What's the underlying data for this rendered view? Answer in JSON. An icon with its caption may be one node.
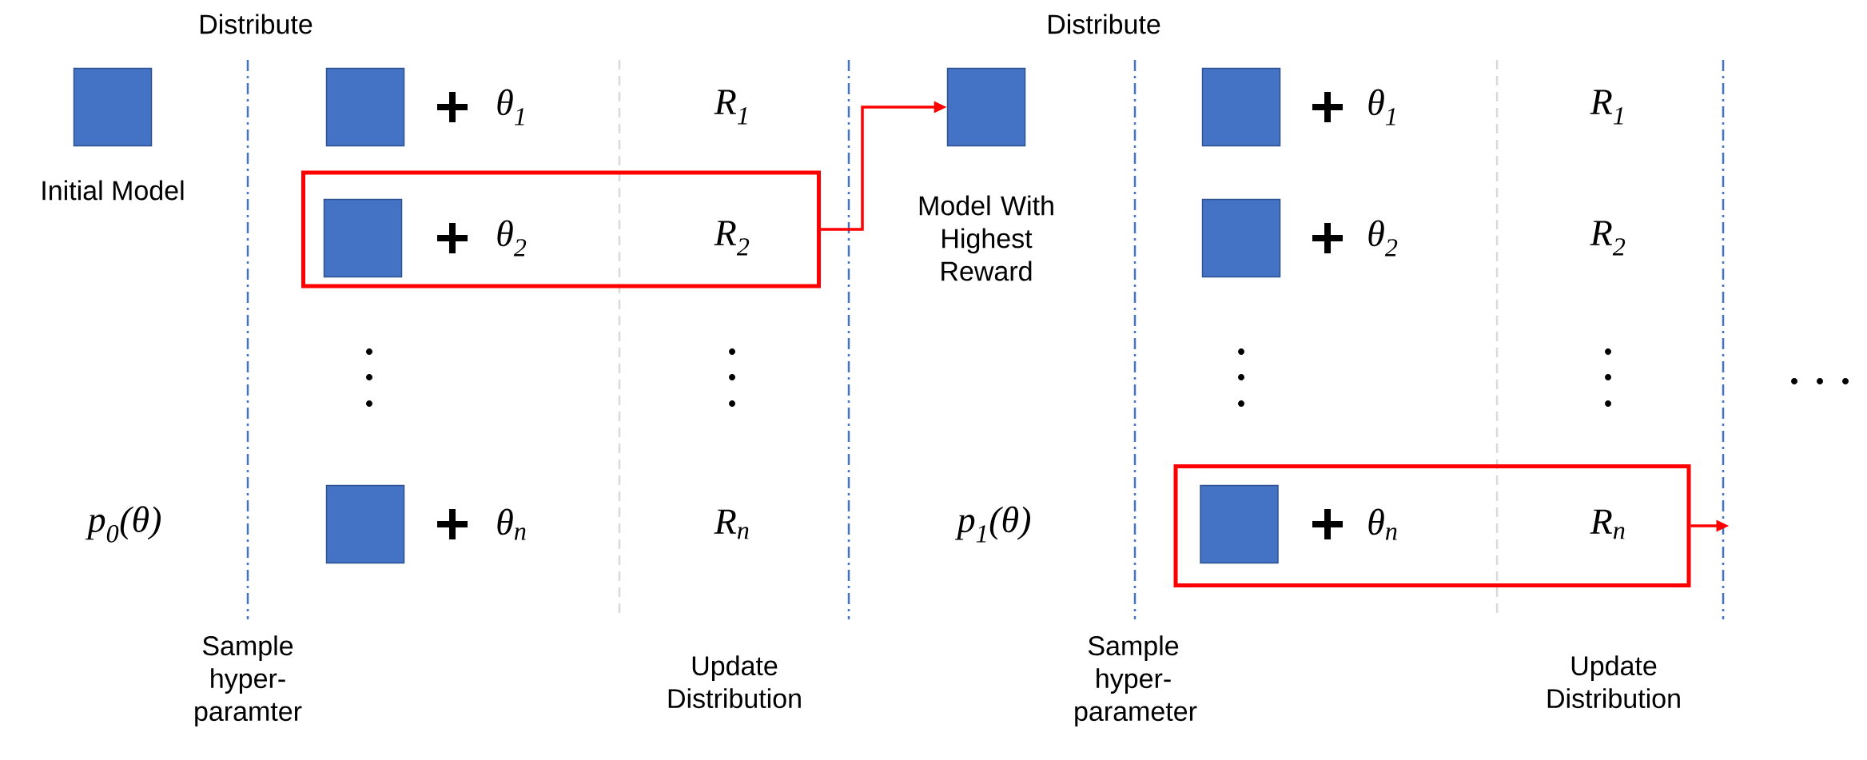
{
  "diagram": {
    "nodes": [
      {
        "text": [
          "Initial Model"
        ]
      },
      {
        "text": [],
        "shape": "box"
      },
      {
        "text": [
          "Model With Highest Reward"
        ]
      },
      {
        "text": [],
        "shape": "box"
      },
      {
        "text": [
          "θ$_{2}$",
          "R$_{2}$"
        ]
      },
      {
        "text": [],
        "shape": "box",
        "in": 4
      },
      {
        "text": [],
        "shape": "box"
      },
      {
        "text": [],
        "shape": "box"
      },
      {
        "text": [
          "θ$_{n}$",
          "R$_{n}$"
        ]
      },
      {
        "text": [],
        "shape": "box",
        "in": 8
      }
    ],
    "edges": [
      {
        "from": 4,
        "to": 2,
        "arrow": "to"
      },
      {
        "from": 8,
        "to": null,
        "arrow": "to"
      }
    ],
    "labels": [
      "Distribute",
      "Distribute",
      "θ$_{1}$",
      "R$_{1}$",
      "θ$_{1}$",
      "R$_{1}$",
      "θ$_{2}$",
      "R$_{2}$",
      "p$_{0}$(θ)",
      "θ$_{n}$",
      "R$_{n}$",
      "p$_{1}$(θ)",
      "Sample hyper-paramter",
      "Update Distribution",
      "Sample hyper-parameter",
      "Update Distribution"
    ]
  }
}
